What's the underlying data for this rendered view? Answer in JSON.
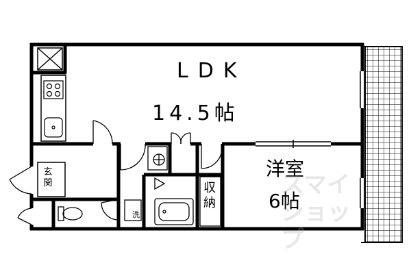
{
  "rooms": {
    "ldk": {
      "name": "LDK",
      "size": "14.5帖"
    },
    "western": {
      "name": "洋室",
      "size": "6帖"
    },
    "entrance": {
      "name": "玄関"
    },
    "washer": {
      "name": "洗"
    },
    "storage": {
      "name": "収納"
    }
  },
  "watermark": {
    "text": "スマイショップ"
  },
  "colors": {
    "wall": "#000000",
    "background": "#ffffff",
    "watermark": "#aaaaaa"
  },
  "icons": [
    "stove-icon",
    "sink-icon",
    "toilet-icon",
    "bathtub-icon",
    "washbasin-icon",
    "door-swing-icon",
    "balcony-grid"
  ]
}
